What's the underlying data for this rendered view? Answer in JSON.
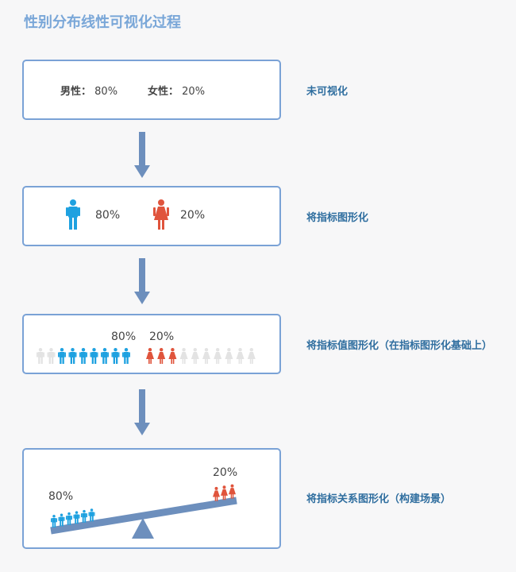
{
  "title": "性别分布线性可视化过程",
  "steps": [
    {
      "male_label": "男性：",
      "male_value": "80%",
      "female_label": "女性：",
      "female_value": "20%",
      "caption": "未可视化"
    },
    {
      "male_value": "80%",
      "female_value": "20%",
      "caption": "将指标图形化"
    },
    {
      "male_value": "80%",
      "female_value": "20%",
      "caption": "将指标值图形化（在指标图形化基础上）",
      "male_total": 9,
      "male_filled": 7,
      "female_total": 10,
      "female_filled": 3
    },
    {
      "male_value": "80%",
      "female_value": "20%",
      "caption": "将指标关系图形化（构建场景）",
      "male_count": 6,
      "female_count": 3
    }
  ],
  "colors": {
    "male": "#1ea1e0",
    "female": "#e0543c",
    "grey": "#e3e3e3",
    "arrow": "#6d8fbd",
    "seesaw": "#6d8fbd"
  }
}
